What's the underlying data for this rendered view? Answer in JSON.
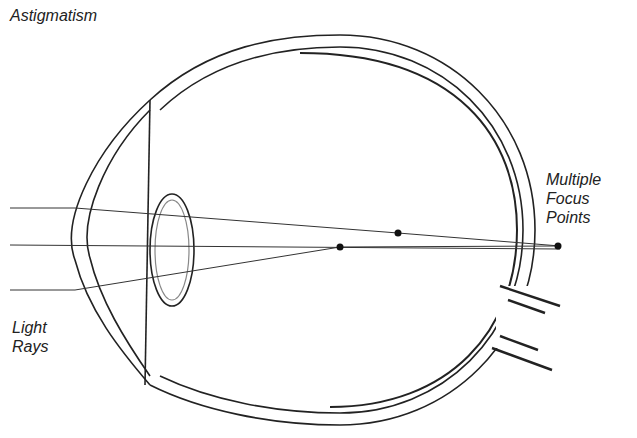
{
  "diagram": {
    "title": "Astigmatism",
    "labels": [
      "Multiple Focus Points",
      "Light Rays"
    ]
  }
}
